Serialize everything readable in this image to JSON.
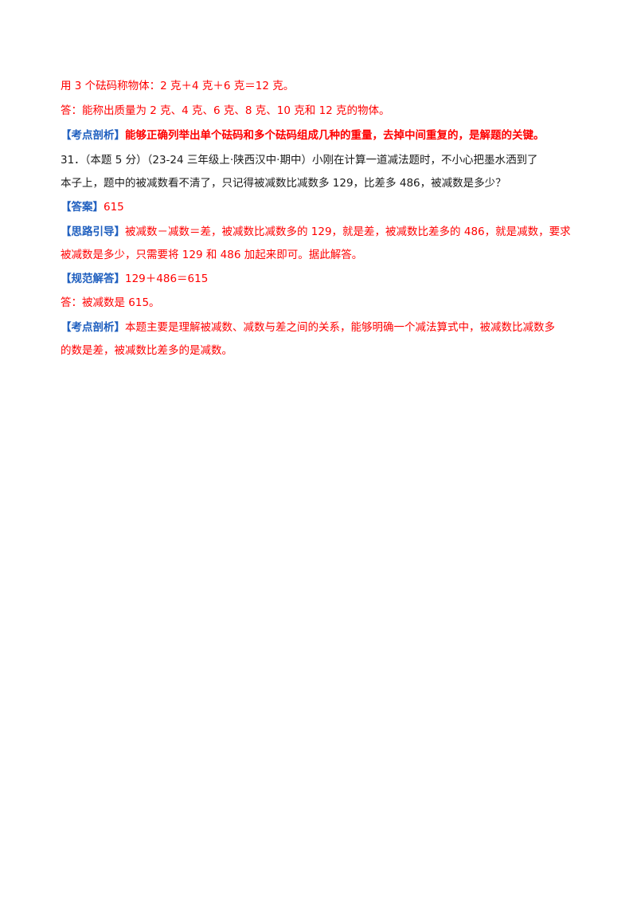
{
  "colors": {
    "answer_red": "#ff0000",
    "tag_blue": "#1f5fbf",
    "text_black": "#1a1a1a"
  },
  "prev_question": {
    "line1": "用 3 个砝码称物体：2 克＋4 克＋6 克＝12 克。",
    "answer": "答：能称出质量为 2 克、4 克、6 克、8 克、10 克和 12 克的物体。",
    "analysis_tag": "【考点剖析】",
    "analysis_text": "能够正确列举出单个砝码和多个砝码组成几种的重量，去掉中间重复的，是解题的关键。"
  },
  "question31": {
    "stem_line1": "31．（本题 5 分）（23-24 三年级上·陕西汉中·期中）小刚在计算一道减法题时，不小心把墨水洒到了",
    "stem_line2": "本子上，题中的被减数看不清了，只记得被减数比减数多 129，比差多 486，被减数是多少？",
    "answer_tag": "【答案】",
    "answer_value": "615",
    "guide_tag": "【思路引导】",
    "guide_line1": "被减数－减数＝差，被减数比减数多的 129，就是差，被减数比差多的 486，就是减数，要求",
    "guide_line2": "被减数是多少，只需要将 129 和 486 加起来即可。据此解答。",
    "solution_tag": "【规范解答】",
    "solution_expr": "129＋486＝615",
    "final_answer": "答：被减数是 615。",
    "analysis_tag": "【考点剖析】",
    "analysis_line1": "本题主要是理解被减数、减数与差之间的关系，能够明确一个减法算式中，被减数比减数多",
    "analysis_line2": "的数是差，被减数比差多的是减数。"
  }
}
